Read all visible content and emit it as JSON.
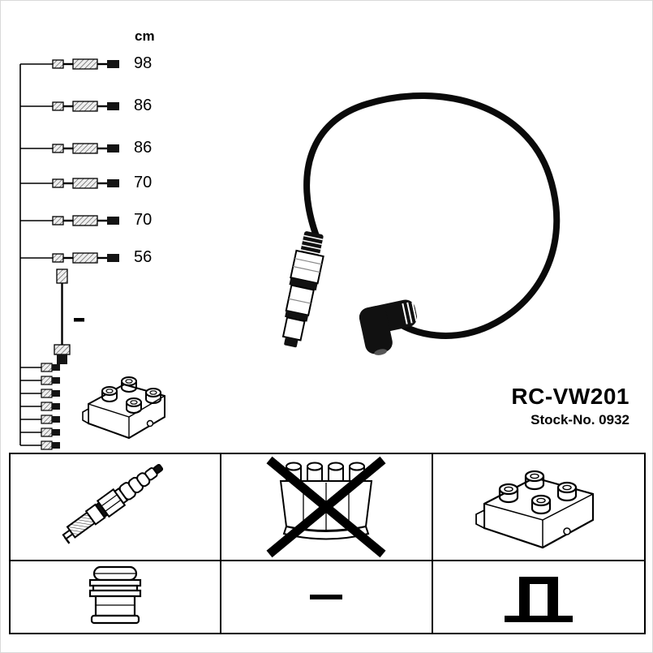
{
  "part": {
    "code": "RC-VW201",
    "stock_label": "Stock-No. 0932"
  },
  "measurements": {
    "unit": "cm",
    "lengths": [
      "98",
      "86",
      "86",
      "70",
      "70",
      "56"
    ]
  },
  "icons": {
    "cable_set_diagram": "cable-set-diagram",
    "ignition_lead_drawing": "ignition-lead-drawing",
    "ignition_coil_small": "ignition-coil-small-icon",
    "spark_plug": "spark-plug-icon",
    "distributor_cap_crossed": "distributor-cap-crossed-icon",
    "ignition_coil": "ignition-coil-icon",
    "plug_connector": "plug-connector-icon",
    "dash": "dash-icon",
    "mounting_bracket": "mounting-bracket-icon"
  }
}
